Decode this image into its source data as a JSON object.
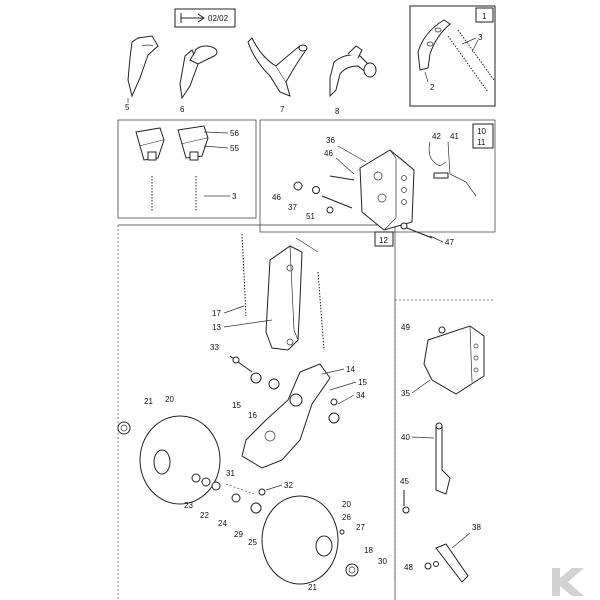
{
  "page_ref": "02/02",
  "brand_color": "#d2d2d2",
  "sections": {
    "box1": "1",
    "box10": "10",
    "box11": "11",
    "box12": "12"
  },
  "labels": {
    "p2": "2",
    "p3a": "3",
    "p5": "5",
    "p6": "6",
    "p7": "7",
    "p8": "8",
    "p56": "56",
    "p55": "55",
    "p3b": "3",
    "p36": "36",
    "p46a": "46",
    "p42": "42",
    "p41": "41",
    "p46b": "46",
    "p37": "37",
    "p51": "51",
    "p47": "47",
    "p17": "17",
    "p13": "13",
    "p33": "33",
    "p14": "14",
    "p15a": "15",
    "p34": "34",
    "p15b": "15",
    "p16": "16",
    "p49": "49",
    "p35": "35",
    "p40": "40",
    "p45": "45",
    "p21a": "21",
    "p20a": "20",
    "p31": "31",
    "p23": "23",
    "p22": "22",
    "p24": "24",
    "p32": "32",
    "p29": "29",
    "p25": "25",
    "p20b": "20",
    "p26": "26",
    "p27": "27",
    "p18": "18",
    "p30": "30",
    "p21b": "21",
    "p38": "38",
    "p48": "48"
  }
}
